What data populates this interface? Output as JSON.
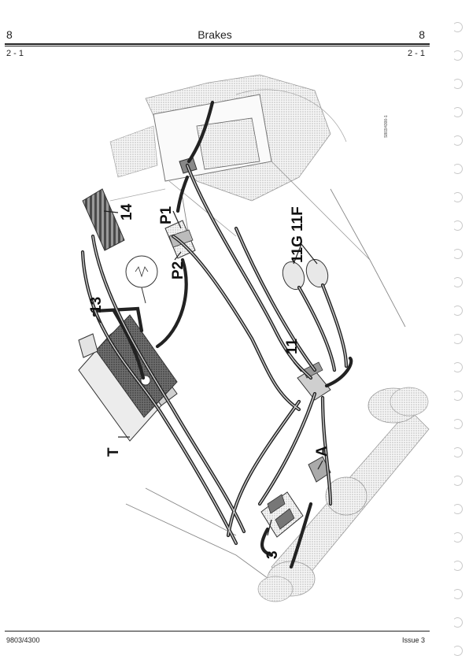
{
  "header": {
    "section_left": "8",
    "title": "Brakes",
    "section_right": "8"
  },
  "subheader": {
    "page_left": "2 - 1",
    "page_right": "2 - 1"
  },
  "diagram": {
    "image_ref": "S803/4300-1",
    "callouts": {
      "t": "T",
      "c13": "13",
      "c14": "14",
      "p1": "P1",
      "p2": "P2",
      "c11g": "11G",
      "c11f": "11F",
      "c11": "11",
      "a": "A",
      "c3": "3"
    }
  },
  "footer": {
    "doc_number": "9803/4300",
    "issue": "Issue 3"
  }
}
